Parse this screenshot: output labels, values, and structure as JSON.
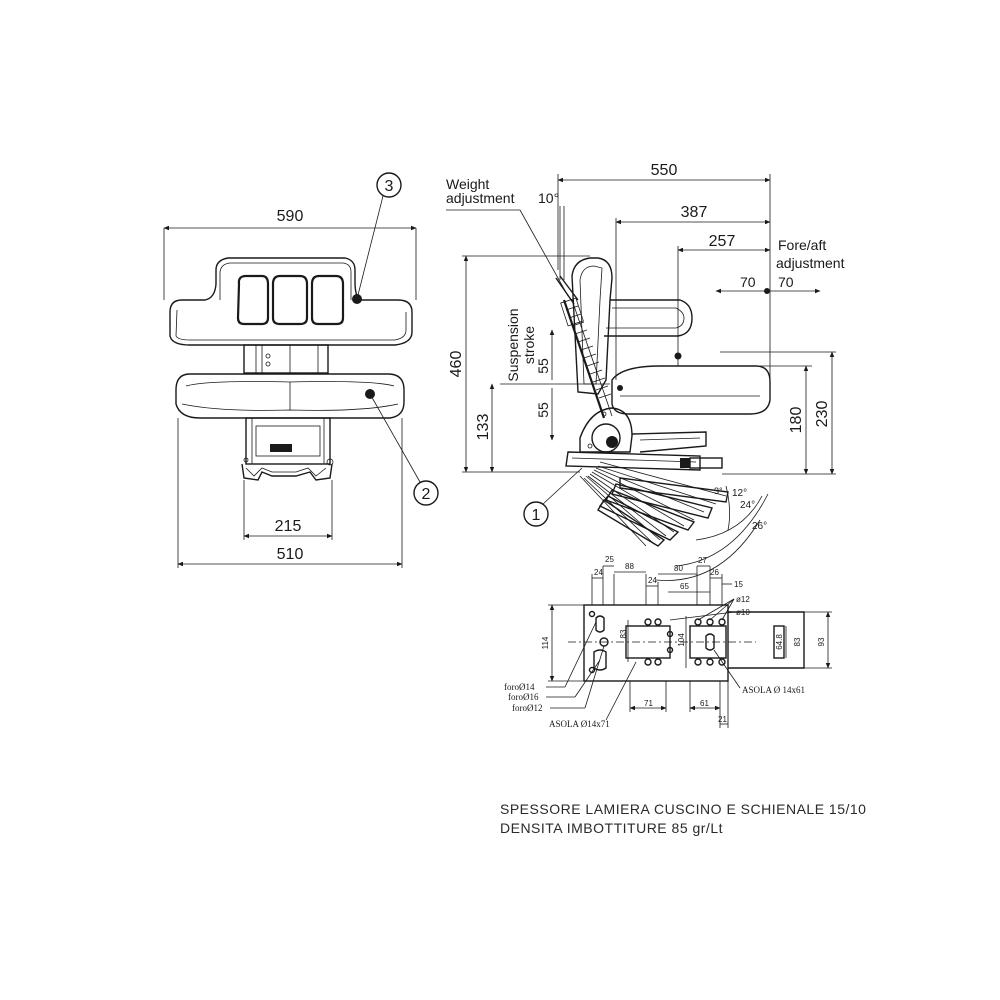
{
  "front_view": {
    "dim_top": "590",
    "dim_inner": "215",
    "dim_bottom": "510",
    "callout_backrest": "3",
    "callout_cushion": "2"
  },
  "side_view": {
    "label_weight_adjustment": [
      "Weight",
      "adjustment"
    ],
    "angle_weight": "10°",
    "dim_550": "550",
    "dim_387": "387",
    "dim_257": "257",
    "label_fore_aft": [
      "Fore/aft",
      "adjustment"
    ],
    "dim_fore_aft_left": "70",
    "dim_fore_aft_right": "70",
    "dim_460": "460",
    "label_suspension": [
      "Suspension",
      "stroke"
    ],
    "dim_stroke_up": "55",
    "dim_stroke_down": "55",
    "dim_133": "133",
    "dim_180": "180",
    "dim_230": "230",
    "angles": [
      "3°",
      "12°",
      "24°",
      "26°"
    ],
    "callout_recline": "1"
  },
  "mounting_plate": {
    "dims_top": [
      "25",
      "24",
      "88",
      "24",
      "80",
      "27",
      "26",
      "65",
      "15"
    ],
    "holes_right": [
      "ø12",
      "ø10"
    ],
    "dims_left": [
      "114",
      "83",
      "104"
    ],
    "dims_right": [
      "64.8",
      "83",
      "93"
    ],
    "holes_left": [
      "foroØ14",
      "foroØ16",
      "foroØ12"
    ],
    "slot_left": "ASOLA Ø14x71",
    "slot_right": "ASOLA Ø 14x61",
    "dims_bottom": [
      "71",
      "61",
      "21"
    ]
  },
  "notes": [
    "SPESSORE LAMIERA CUSCINO E SCHIENALE 15/10",
    "DENSITA IMBOTTITURE 85 gr/Lt"
  ]
}
